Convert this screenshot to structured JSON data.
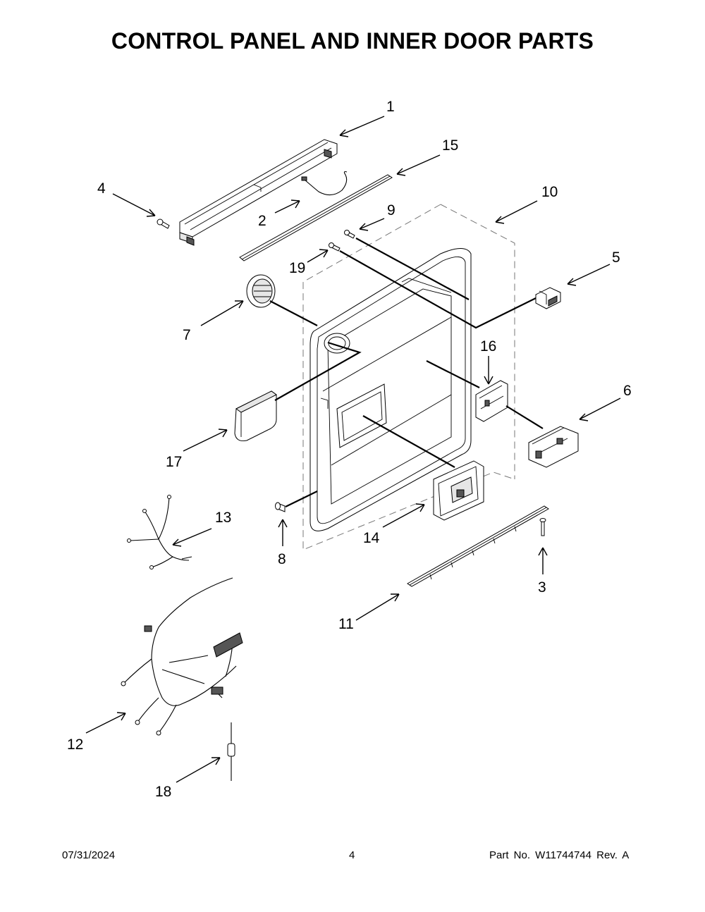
{
  "title": "CONTROL PANEL AND INNER DOOR PARTS",
  "callouts": [
    {
      "id": "1",
      "label": "1"
    },
    {
      "id": "2",
      "label": "2"
    },
    {
      "id": "3",
      "label": "3"
    },
    {
      "id": "4",
      "label": "4"
    },
    {
      "id": "5",
      "label": "5"
    },
    {
      "id": "6",
      "label": "6"
    },
    {
      "id": "7",
      "label": "7"
    },
    {
      "id": "8",
      "label": "8"
    },
    {
      "id": "9",
      "label": "9"
    },
    {
      "id": "10",
      "label": "10"
    },
    {
      "id": "11",
      "label": "11"
    },
    {
      "id": "12",
      "label": "12"
    },
    {
      "id": "13",
      "label": "13"
    },
    {
      "id": "14",
      "label": "14"
    },
    {
      "id": "15",
      "label": "15"
    },
    {
      "id": "16",
      "label": "16"
    },
    {
      "id": "17",
      "label": "17"
    },
    {
      "id": "18",
      "label": "18"
    },
    {
      "id": "19",
      "label": "19"
    }
  ],
  "footer": {
    "date": "07/31/2024",
    "page": "4",
    "part_number": "Part No.  W11744744  Rev.  A"
  }
}
